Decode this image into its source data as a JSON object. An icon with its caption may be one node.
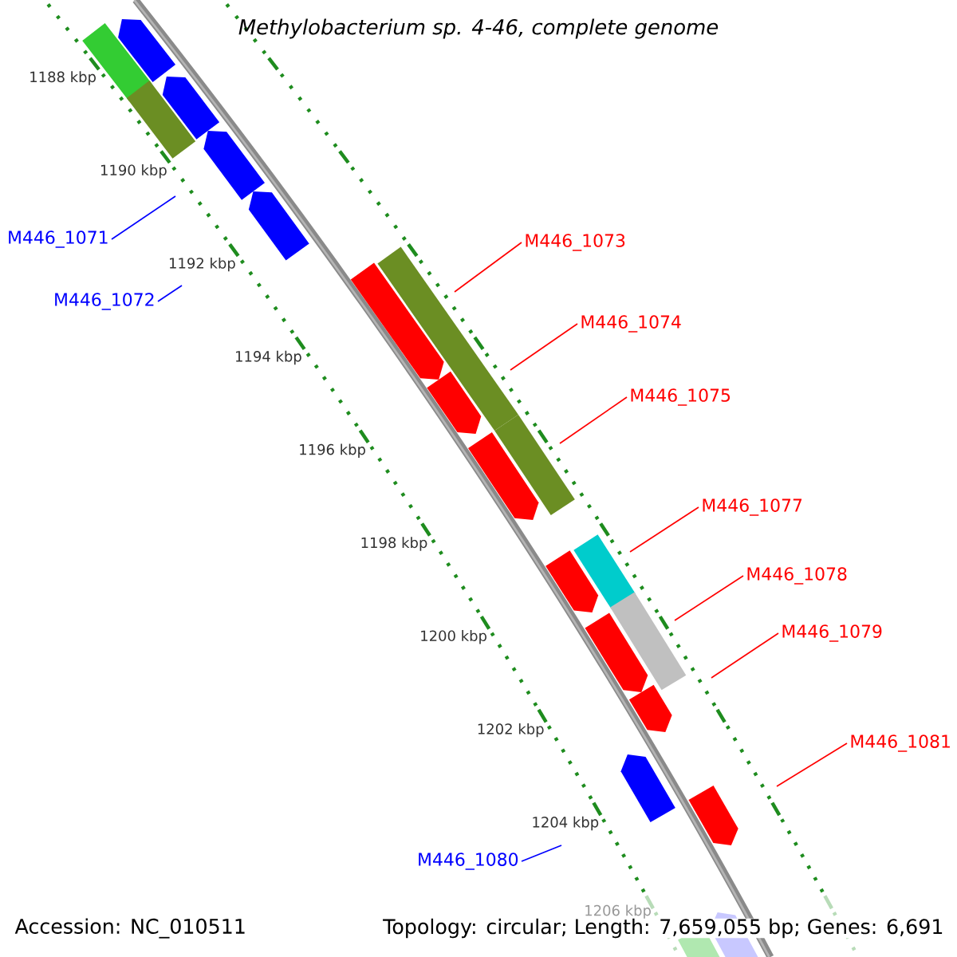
{
  "diagram": {
    "title": "Methylobacterium sp. 4-46, complete genome",
    "nodes": [
      {
        "text": [
          "M446_1071"
        ]
      },
      {
        "text": [
          "M446_1072"
        ]
      },
      {
        "text": [
          "M446_1073"
        ]
      },
      {
        "text": [
          "M446_1074"
        ]
      },
      {
        "text": [
          "M446_1075"
        ]
      },
      {
        "text": [
          "M446_1077"
        ]
      },
      {
        "text": [
          "M446_1078"
        ]
      },
      {
        "text": [
          "M446_1079"
        ]
      },
      {
        "text": [
          "M446_1081"
        ]
      },
      {
        "text": [
          "M446_1080"
        ]
      }
    ],
    "edges": [
      {
        "from": 0,
        "to": null,
        "arrow": "none",
        "color": "#0000ff"
      },
      {
        "from": 1,
        "to": null,
        "arrow": "none",
        "color": "#0000ff"
      },
      {
        "from": 2,
        "to": null,
        "arrow": "none"
      },
      {
        "from": 3,
        "to": null,
        "arrow": "none"
      },
      {
        "from": 4,
        "to": null,
        "arrow": "none"
      },
      {
        "from": 5,
        "to": null,
        "arrow": "none"
      },
      {
        "from": 6,
        "to": null,
        "arrow": "none"
      },
      {
        "from": 7,
        "to": null,
        "arrow": "none"
      },
      {
        "from": 8,
        "to": null,
        "arrow": "none"
      },
      {
        "from": 9,
        "to": null,
        "arrow": "none",
        "color": "#0000ff"
      }
    ],
    "labels": [
      "1188 kbp",
      "1190 kbp",
      "1192 kbp",
      "1194 kbp",
      "1196 kbp",
      "1198 kbp",
      "1200 kbp",
      "1202 kbp",
      "1204 kbp",
      "1206 kbp",
      "Accession: NC_010511",
      "Topology: circular; Length: 7,659,055 bp; Genes: 6,691"
    ]
  }
}
